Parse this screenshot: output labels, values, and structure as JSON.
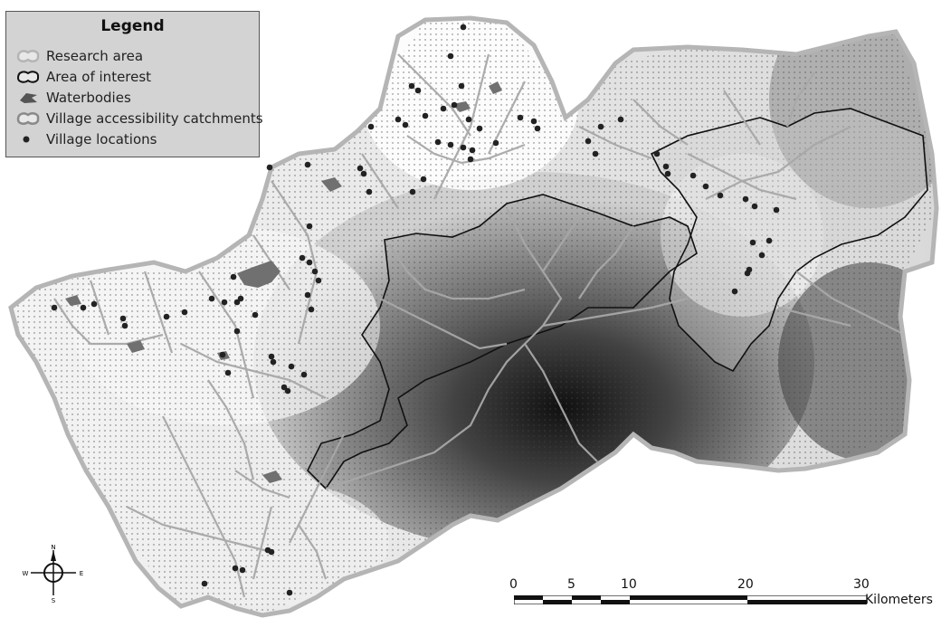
{
  "legend": {
    "title": "Legend",
    "items": [
      {
        "label": "Research area",
        "icon": "research-area-outline-icon"
      },
      {
        "label": "Area of interest",
        "icon": "area-of-interest-outline-icon"
      },
      {
        "label": "Waterbodies",
        "icon": "waterbody-shape-icon"
      },
      {
        "label": "Village accessibility catchments",
        "icon": "catchment-outline-icon"
      },
      {
        "label": "Village locations",
        "icon": "village-dot-icon"
      }
    ]
  },
  "compass": {
    "n": "N",
    "s": "S",
    "e": "E",
    "w": "W"
  },
  "scale": {
    "ticks": [
      "0",
      "5",
      "10",
      "20",
      "30"
    ],
    "unit": "Kilometers"
  },
  "colors": {
    "research_area_border": "#b5b5b5",
    "area_of_interest_border": "#111111",
    "waterbody": "#707070",
    "catchment_line": "#a8a8a8",
    "village_dot": "#222222",
    "legend_bg": "#d3d3d3"
  }
}
